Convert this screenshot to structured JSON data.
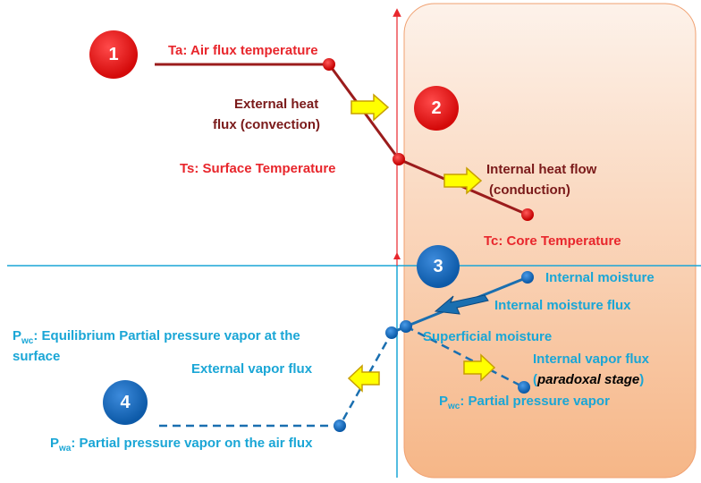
{
  "badges": {
    "b1": "1",
    "b2": "2",
    "b3": "3",
    "b4": "4"
  },
  "labels": {
    "ta": "Ta: Air flux temperature",
    "ext_heat_1": "External  heat",
    "ext_heat_2": "flux (convection)",
    "ts": "Ts: Surface Temperature",
    "int_heat_1": "Internal heat flow",
    "int_heat_2": "(conduction)",
    "tc": "Tc: Core Temperature",
    "int_moisture": "Internal moisture",
    "int_moisture_flux": "Internal moisture flux",
    "pwc_eq_sub": "wc",
    "pwc_eq_1": ": Equilibrium Partial pressure vapor at the",
    "pwc_eq_2": "surface",
    "superficial": "Superficial moisture",
    "ext_vapor": "External  vapor flux",
    "int_vapor_1": "Internal vapor flux",
    "int_vapor_2a": "(",
    "int_vapor_2b": "paradoxal stage",
    "int_vapor_2c": ")",
    "pwc_sub": "wc",
    "pwc_text": ": Partial pressure vapor",
    "pwa_sub": "wa",
    "pwa_text": ": Partial pressure vapor on the air flux"
  },
  "colors": {
    "panel_top": "#fdf2ea",
    "panel_bottom": "#f6b687",
    "temperature_line": "#9b1c1c",
    "moisture_line": "#1a6fb0",
    "axis_line": "#1aa6d6",
    "arrow_yellow": "#ffff00"
  }
}
